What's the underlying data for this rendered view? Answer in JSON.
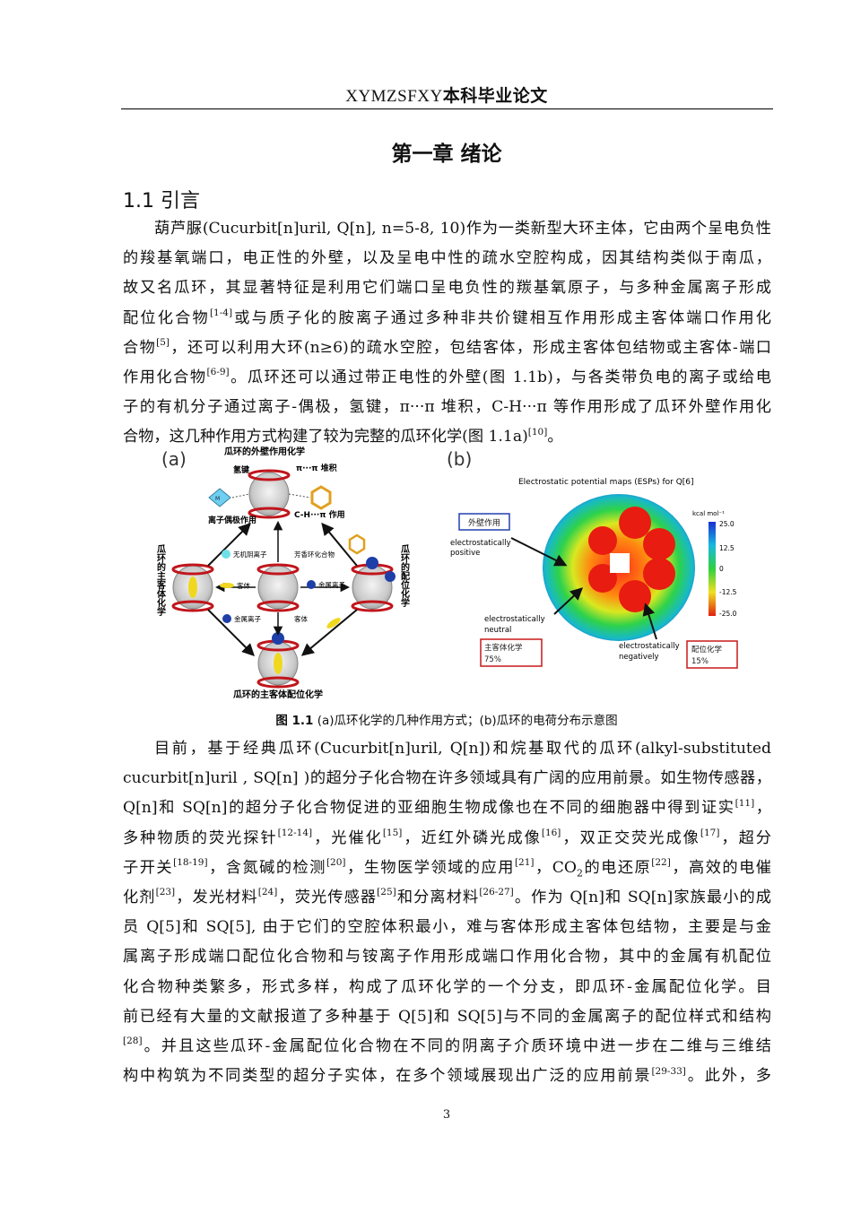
{
  "header": {
    "school": "XYMZSFXY",
    "thesis_label": "本科毕业论文"
  },
  "chapter_title": "第一章 绪论",
  "section_title": "1.1 引言",
  "paragraph1": {
    "lines": [
      "葫芦脲(Cucurbit[n]uril, Q[n], n=5-8, 10)作为一类新型大环主体，它由两个呈电负性",
      "的羧基氧端口，电正性的外壁，以及呈电中性的疏水空腔构成，因其结构类似于南瓜，",
      "故又名瓜环，其显著特征是利用它们端口呈电负性的羰基氧原子，与多种金属离子形成",
      "配位化合物",
      "或与质子化的胺离子通过多种非共价键相互作用形成主客体端口作用化",
      "合物",
      "，还可以利用大环(n≥6)的疏水空腔，包结客体，形成主客体包结物或主客体-端口",
      "作用化合物",
      "。瓜环还可以通过带正电性的外壁(图 1.1b)，与各类带负电的离子或给电",
      "子的有机分子通过离子-偶极，氢键，π···π 堆积，C-H···π 等作用形成了瓜环外壁作用化",
      "合物，这几种作用方式构建了较为完整的瓜环化学(图 1.1a)",
      "。"
    ],
    "refs": [
      "[1-4]",
      "[5]",
      "[6-9]",
      "[10]"
    ]
  },
  "figure": {
    "panel_a_label": "(a)",
    "panel_b_label": "(b)",
    "a_top_title": "瓜环的外壁作用化学",
    "a_hbond": "氢键",
    "a_pi_stack": "π···π 堆积",
    "a_ion_dipole": "离子偶极作用",
    "a_ch_pi": "C-H···π 作用",
    "a_left_title": "瓜环的主客体化学",
    "a_right_title": "瓜环的配位化学",
    "a_bottom_title": "瓜环的主客体配位化学",
    "a_inorganic_anion": "无机阴离子",
    "a_aromatic": "芳香环化合物",
    "a_guest1": "客体",
    "a_metal_ion1": "金属离子",
    "a_metal_ion2": "金属离子",
    "a_guest2": "客体",
    "b_title": "Electrostatic potential maps (ESPs) for  Q[6]",
    "b_outer_wall_box": "外壁作用",
    "b_positive": "electrostatically",
    "b_positive2": "positive",
    "b_neutral": "electrostatically",
    "b_neutral2": "neutral",
    "b_negative": "electrostatically",
    "b_negative2": "negatively",
    "b_host_guest_box": "主客体化学",
    "b_host_guest_pct": "75%",
    "b_coord_box": "配位化学",
    "b_coord_pct": "15%",
    "b_scale_unit": "kcal mol⁻¹",
    "b_scale_ticks": [
      "25.0",
      "12.5",
      "0",
      "-12.5",
      "-25.0"
    ]
  },
  "caption": {
    "label": "图 1.1",
    "text": " (a)瓜环化学的几种作用方式；(b)瓜环的电荷分布示意图"
  },
  "paragraph2": {
    "lines": [
      "目前，基于经典瓜环(Cucurbit[n]uril, Q[n])和烷基取代的瓜环(alkyl-substituted",
      "cucurbit[n]uril , SQ[n] )的超分子化合物在许多领域具有广阔的应用前景。如生物传感器，",
      "Q[n]和 SQ[n]的超分子化合物促进的亚细胞生物成像也在不同的细胞器中得到证实",
      "多种物质的荧光探针",
      "，光催化",
      "，近红外磷光成像",
      "，双正交荧光成像",
      "，超分",
      "子开关",
      "，含氮碱的检测",
      "，生物医学领域的应用",
      "，CO",
      "的电还原",
      "，高效的电催",
      "化剂",
      "，发光材料",
      "，荧光传感器",
      "和分离材料",
      "。作为 Q[n]和 SQ[n]家族最小的成",
      "员 Q[5]和 SQ[5], 由于它们的空腔体积最小，难与客体形成主客体包结物，主要是与金",
      "属离子形成端口配位化合物和与铵离子作用形成端口作用化合物，其中的金属有机配位",
      "化合物种类繁多，形式多样，构成了瓜环化学的一个分支，即瓜环-金属配位化学。目",
      "前已经有大量的文献报道了多种基于 Q[5]和 SQ[5]与不同的金属离子的配位样式和结构",
      "。并且这些瓜环-金属配位化合物在不同的阴离子介质环境中进一步在二维与三维结",
      "构中构筑为不同类型的超分子实体，在多个领域展现出广泛的应用前景",
      "。此外，多"
    ],
    "refs": [
      "[11]",
      "[12-14]",
      "[15]",
      "[16]",
      "[17]",
      "[18-19]",
      "[20]",
      "[21]",
      "[22]",
      "[23]",
      "[24]",
      "[25]",
      "[26-27]",
      "[28]",
      "[29-33]"
    ],
    "sub2": "2",
    "tail_comma": "，"
  },
  "page_number": "3"
}
